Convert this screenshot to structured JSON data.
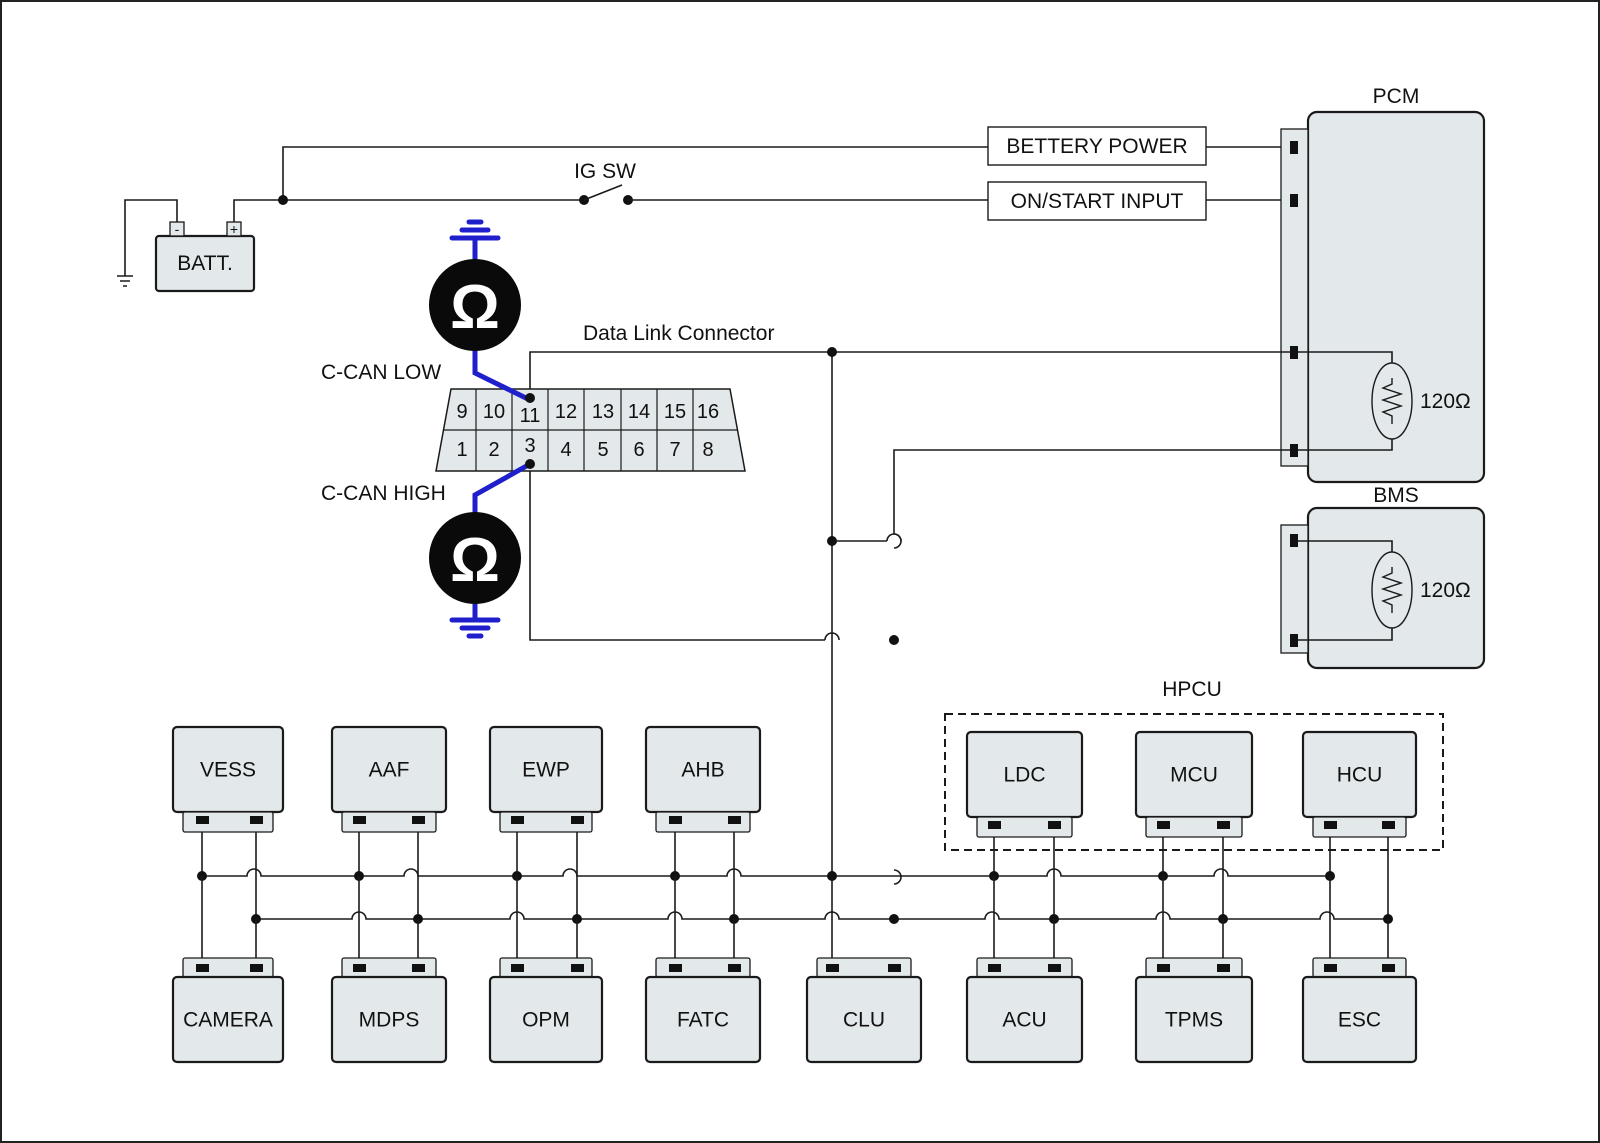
{
  "battery": {
    "label": "BATT.",
    "neg": "-",
    "pos": "+"
  },
  "ig_switch": {
    "label": "IG SW"
  },
  "inputs": {
    "battery_power": "BETTERY POWER",
    "on_start": "ON/START INPUT"
  },
  "pcm": {
    "label": "PCM",
    "resistor": "120Ω"
  },
  "bms": {
    "label": "BMS",
    "resistor": "120Ω"
  },
  "dlc": {
    "title": "Data Link Connector",
    "top_pins": [
      "9",
      "10",
      "11",
      "12",
      "13",
      "14",
      "15",
      "16"
    ],
    "bottom_pins": [
      "1",
      "2",
      "3",
      "4",
      "5",
      "6",
      "7",
      "8"
    ]
  },
  "probes": {
    "low_label": "C-CAN LOW",
    "high_label": "C-CAN HIGH",
    "symbol": "Ω"
  },
  "hpcu": {
    "label": "HPCU",
    "modules": [
      "LDC",
      "MCU",
      "HCU"
    ]
  },
  "top_modules": [
    "VESS",
    "AAF",
    "EWP",
    "AHB"
  ],
  "bottom_modules": [
    "CAMERA",
    "MDPS",
    "OPM",
    "FATC",
    "CLU",
    "ACU",
    "TPMS",
    "ESC"
  ]
}
